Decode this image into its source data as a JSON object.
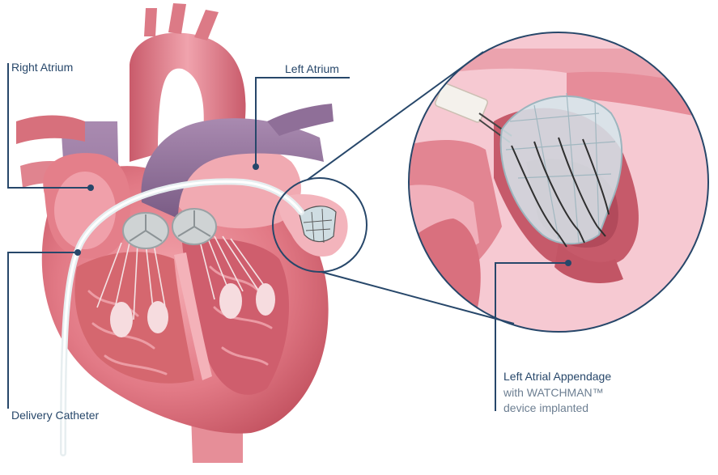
{
  "labels": {
    "right_atrium": "Right Atrium",
    "left_atrium": "Left Atrium",
    "delivery_catheter": "Delivery Catheter",
    "laa_line1": "Left Atrial Appendage",
    "laa_line2": "with WATCHMAN™",
    "laa_line3": "device implanted"
  },
  "colors": {
    "leader_line": "#27476a",
    "heart_muscle": "#e27a86",
    "heart_dark": "#c2515f",
    "vessel_purple": "#8d6b95",
    "valve": "#cfd3d4",
    "zoom_background": "#f6c9d2",
    "catheter": "#f2f6f7",
    "device_frame": "#b8cfd8"
  }
}
